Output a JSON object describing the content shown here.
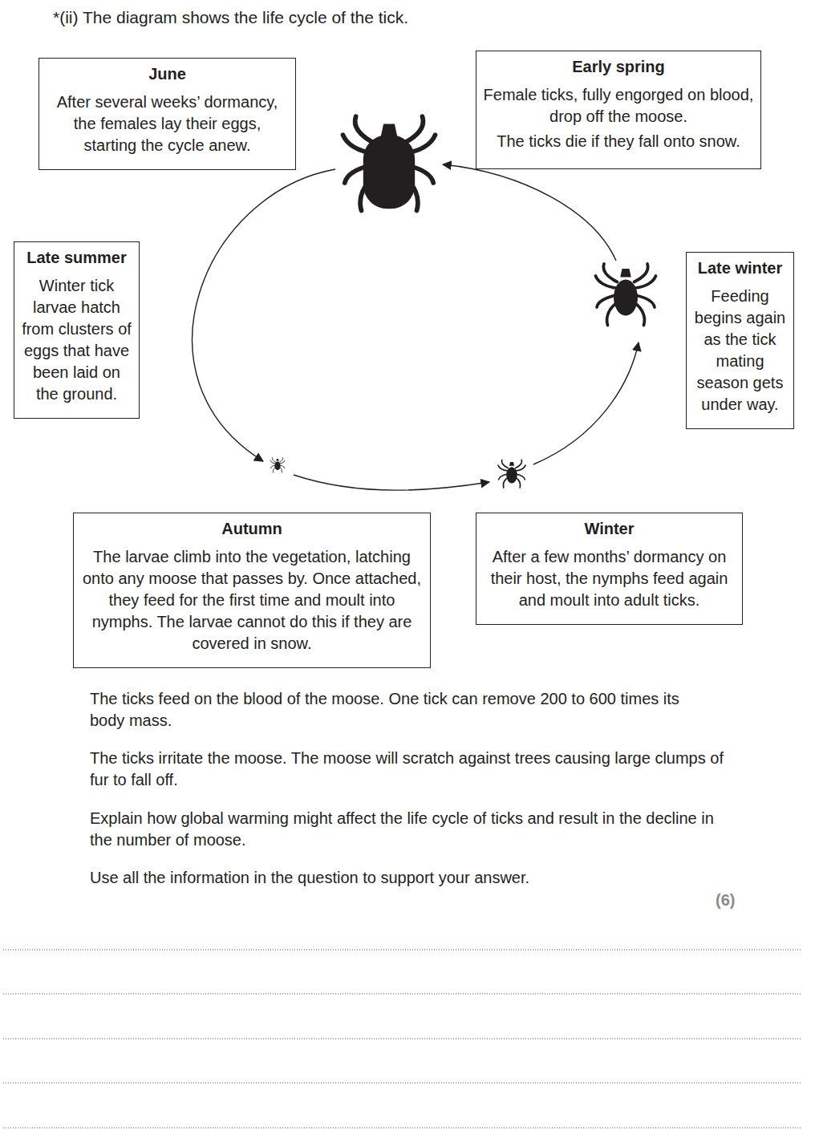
{
  "diagram": {
    "title": "*(ii) The diagram shows the life cycle of the tick.",
    "nodes": [
      {
        "text": [
          "June",
          "After several weeks’ dormancy, the females lay their eggs, starting the cycle anew."
        ]
      },
      {
        "text": [
          "Early spring",
          "Female ticks, fully engorged on blood, drop off the moose.",
          "The ticks die if they fall onto snow."
        ]
      },
      {
        "text": [
          "Late summer",
          "Winter tick larvae hatch from clusters of eggs that have been laid on the ground."
        ]
      },
      {
        "text": [
          "Late winter",
          "Feeding begins again as the tick mating season gets under way."
        ]
      },
      {
        "text": [
          "Autumn",
          "The larvae climb into the vegetation, latching onto any moose that passes by. Once attached, they feed for the first time and moult into nymphs. The larvae cannot do this if they are covered in snow."
        ]
      },
      {
        "text": [
          "Winter",
          "After a few months’ dormancy on their host, the nymphs feed again and moult into adult ticks."
        ]
      }
    ],
    "labels": [
      "The ticks feed on the blood of the moose. One tick can remove 200 to 600 times its body mass.",
      "The ticks irritate the moose. The moose will scratch against trees causing large clumps of fur to fall off.",
      "Explain how global warming might affect the life cycle of ticks and result in the decline in the number of moose.",
      "Use all the information in the question to support your answer.",
      "(6)"
    ]
  }
}
